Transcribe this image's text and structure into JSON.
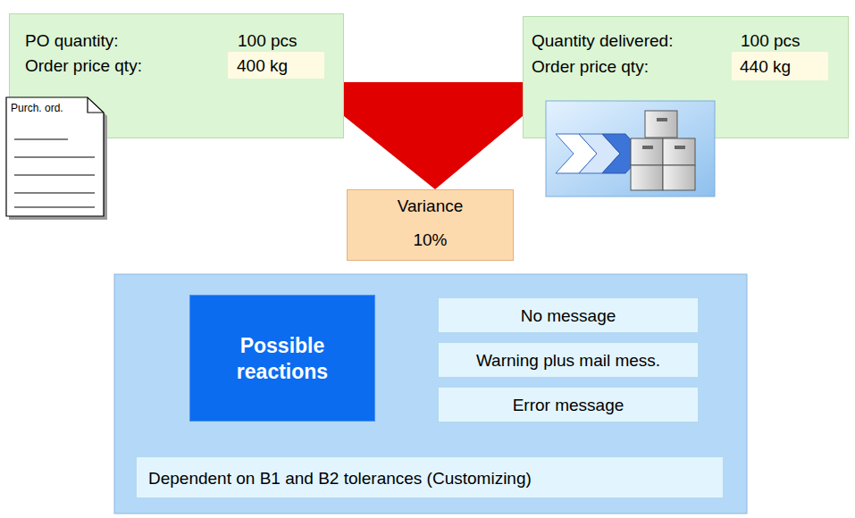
{
  "diagram": {
    "nodes": [
      {
        "text": [
          "PO quantity:",
          "100 pcs",
          "Order price qty:"
        ]
      },
      {
        "text": [
          "400 kg"
        ],
        "in": 0
      },
      {
        "text": [
          "Purch. ord."
        ]
      },
      {
        "text": [
          "Quantity delivered:",
          "100 pcs",
          "Order price qty:"
        ]
      },
      {
        "text": [
          "440 kg"
        ],
        "in": 3
      },
      {
        "text": [
          "Variance",
          "10%"
        ]
      },
      {
        "text": [
          "Possible reactions"
        ]
      },
      {
        "text": [
          "No message"
        ]
      },
      {
        "text": [
          "Warning plus mail mess."
        ]
      },
      {
        "text": [
          "Error message"
        ]
      },
      {
        "text": [
          "Dependent on B1 and B2 tolerances (Customizing)"
        ]
      }
    ]
  }
}
